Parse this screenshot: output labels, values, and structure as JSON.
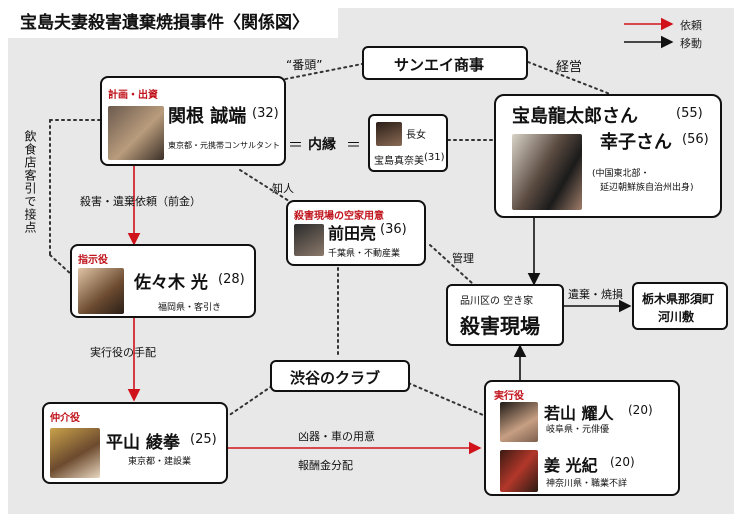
{
  "title": "宝島夫妻殺害遺棄焼損事件〈関係図〉",
  "legend": {
    "request": "依頼",
    "move": "移動"
  },
  "colors": {
    "request": "#d0121b",
    "move": "#111111",
    "role": "#c0141c"
  },
  "nodes": {
    "sanei": {
      "name": "サンエイ商事"
    },
    "sekine": {
      "role": "計画・出資",
      "name": "関根 誠端",
      "age": "(32)",
      "sub": "東京都・元携帯コンサルタント"
    },
    "daughter": {
      "role": "長女",
      "name": "宝島真奈美",
      "age": "(31)"
    },
    "victims": {
      "line1": "宝島龍太郎さん",
      "age1": "(55)",
      "line2": "幸子さん",
      "age2": "(56)",
      "sub1": "(中国東北部・",
      "sub2": "延辺朝鮮族自治州出身)"
    },
    "maeda": {
      "role": "殺害現場の空家用意",
      "name": "前田亮",
      "age": "(36)",
      "sub": "千葉県・不動産業"
    },
    "sasaki": {
      "role": "指示役",
      "name": "佐々木 光",
      "age": "(28)",
      "sub": "福岡県・客引き"
    },
    "scene": {
      "sub": "品川区の 空き家",
      "name": "殺害現場"
    },
    "tochigi": {
      "line1": "栃木県那須町",
      "line2": "河川敷"
    },
    "club": {
      "name": "渋谷のクラブ"
    },
    "hirayama": {
      "role": "仲介役",
      "name": "平山 綾拳",
      "age": "(25)",
      "sub": "東京都・建設業"
    },
    "wakayama": {
      "role": "実行役",
      "name": "若山 耀人",
      "age": "(20)",
      "sub": "岐阜県・元俳優"
    },
    "kyo": {
      "name": "姜 光紀",
      "age": "(20)",
      "sub": "神奈川県・職業不詳"
    }
  },
  "edge_labels": {
    "bantou": "“番頭”",
    "keiei": "経営",
    "naien_eq1": "＝",
    "naien": "内縁",
    "naien_eq2": "＝",
    "chijin": "知人",
    "kanri": "管理",
    "inshoku": "飲食店客引で接点",
    "satsugai_irai": "殺害・遺棄依頼（前金）",
    "jikko_tehai": "実行役の手配",
    "kyoki": "凶器・車の用意",
    "houshu": "報酬金分配",
    "iki_shoson": "遺棄・焼損"
  }
}
